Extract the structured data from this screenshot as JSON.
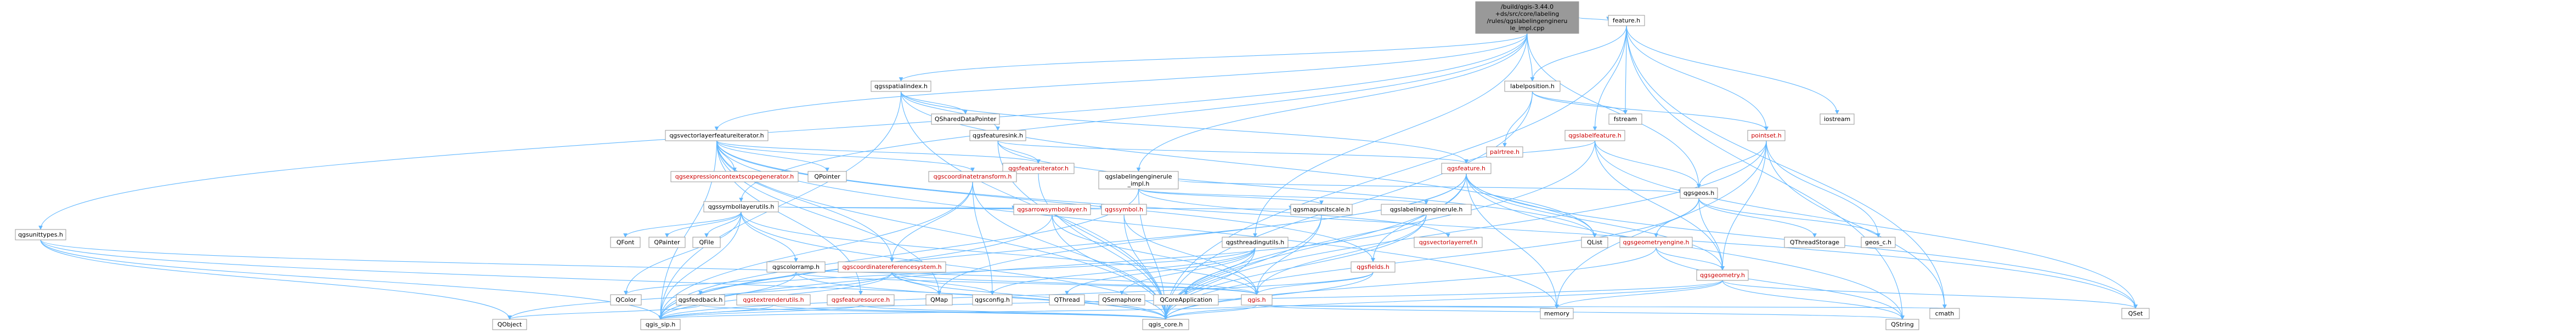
{
  "diagram": {
    "type": "include-dependency-graph",
    "colors": {
      "root_fill": "#999999",
      "default_fill": "#ffffff",
      "default_border": "#999999",
      "link_text": "#000000",
      "warn_text": "#cc0000",
      "edge_color": "#63b8ff"
    },
    "nodes": [
      {
        "id": "root",
        "lines": [
          "/build/qgis-3.44.0",
          "+ds/src/core/labeling",
          "/rules/qgslabelingengineru",
          "le_impl.cpp"
        ],
        "style": "root"
      },
      {
        "id": "qgsunittypes",
        "lines": [
          "qgsunittypes.h"
        ]
      },
      {
        "id": "qgsvectorlayerfeatureiterator",
        "lines": [
          "qgsvectorlayerfeatureiterator.h"
        ]
      },
      {
        "id": "qgsspatialindex",
        "lines": [
          "qgsspatialindex.h"
        ]
      },
      {
        "id": "qgslabelingengineruleimpl",
        "lines": [
          "qgslabelingenginerule",
          "_impl.h"
        ]
      },
      {
        "id": "feature",
        "lines": [
          "feature.h"
        ]
      },
      {
        "id": "labelposition",
        "lines": [
          "labelposition.h"
        ]
      },
      {
        "id": "qgsfeaturesink",
        "lines": [
          "qgsfeaturesink.h"
        ]
      },
      {
        "id": "pointset",
        "lines": [
          "pointset.h"
        ],
        "style": "warn"
      },
      {
        "id": "qgslabelfeature",
        "lines": [
          "qgslabelfeature.h"
        ],
        "style": "warn"
      },
      {
        "id": "palrtree",
        "lines": [
          "palrtree.h"
        ],
        "style": "warn"
      },
      {
        "id": "qgsgeos",
        "lines": [
          "qgsgeos.h"
        ]
      },
      {
        "id": "qgsfeature",
        "lines": [
          "qgsfeature.h"
        ],
        "style": "warn"
      },
      {
        "id": "qgsfeatureiterator",
        "lines": [
          "qgsfeatureiterator.h"
        ],
        "style": "warn"
      },
      {
        "id": "qgscoordinatetransform",
        "lines": [
          "qgscoordinatetransform.h"
        ],
        "style": "warn"
      },
      {
        "id": "qgsexpressioncontextscopegenerator",
        "lines": [
          "qgsexpressioncontextscopegenerator.h"
        ],
        "style": "warn"
      },
      {
        "id": "QPointer",
        "lines": [
          "QPointer"
        ]
      },
      {
        "id": "qgssymbollayerutils",
        "lines": [
          "qgssymbollayerutils.h"
        ]
      },
      {
        "id": "QSharedDataPointer",
        "lines": [
          "QSharedDataPointer"
        ]
      },
      {
        "id": "fstream",
        "lines": [
          "fstream"
        ]
      },
      {
        "id": "iostream",
        "lines": [
          "iostream"
        ]
      },
      {
        "id": "cmath",
        "lines": [
          "cmath"
        ]
      },
      {
        "id": "QString",
        "lines": [
          "QString"
        ]
      },
      {
        "id": "QFont",
        "lines": [
          "QFont"
        ]
      },
      {
        "id": "QPainter",
        "lines": [
          "QPainter"
        ]
      },
      {
        "id": "QFile",
        "lines": [
          "QFile"
        ]
      },
      {
        "id": "qgscolorramp",
        "lines": [
          "qgscolorramp.h"
        ]
      },
      {
        "id": "qgscoordinatereferencesystem",
        "lines": [
          "qgscoordinatereferencesystem.h"
        ],
        "style": "warn"
      },
      {
        "id": "qgsarrowsymbollayer",
        "lines": [
          "qgsarrowsymbollayer.h"
        ],
        "style": "warn"
      },
      {
        "id": "qgssymbol",
        "lines": [
          "qgssymbol.h"
        ],
        "style": "warn"
      },
      {
        "id": "qgsthreadingutils",
        "lines": [
          "qgsthreadingutils.h"
        ]
      },
      {
        "id": "qgsmapunitscale",
        "lines": [
          "qgsmapunitscale.h"
        ]
      },
      {
        "id": "qgsfields",
        "lines": [
          "qgsfields.h"
        ],
        "style": "warn"
      },
      {
        "id": "qgsvectorlayerref",
        "lines": [
          "qgsvectorlayerref.h"
        ],
        "style": "warn"
      },
      {
        "id": "qgslabelingenginerule",
        "lines": [
          "qgslabelingenginerule.h"
        ]
      },
      {
        "id": "QList",
        "lines": [
          "QList"
        ]
      },
      {
        "id": "qgsgeometryengine",
        "lines": [
          "qgsgeometryengine.h"
        ],
        "style": "warn"
      },
      {
        "id": "QThreadStorage",
        "lines": [
          "QThreadStorage"
        ]
      },
      {
        "id": "geos_c",
        "lines": [
          "geos_c.h"
        ]
      },
      {
        "id": "qgsgeometry",
        "lines": [
          "qgsgeometry.h"
        ],
        "style": "warn"
      },
      {
        "id": "QColor",
        "lines": [
          "QColor"
        ]
      },
      {
        "id": "qgsfeedback",
        "lines": [
          "qgsfeedback.h"
        ]
      },
      {
        "id": "qgstextrenderutils",
        "lines": [
          "qgstextrenderutils.h"
        ],
        "style": "warn"
      },
      {
        "id": "qgsfeaturesource",
        "lines": [
          "qgsfeaturesource.h"
        ],
        "style": "warn"
      },
      {
        "id": "QMap",
        "lines": [
          "QMap"
        ]
      },
      {
        "id": "qgsconfig",
        "lines": [
          "qgsconfig.h"
        ]
      },
      {
        "id": "QThread",
        "lines": [
          "QThread"
        ]
      },
      {
        "id": "QSemaphore",
        "lines": [
          "QSemaphore"
        ]
      },
      {
        "id": "QCoreApplication",
        "lines": [
          "QCoreApplication"
        ]
      },
      {
        "id": "qgis",
        "lines": [
          "qgis.h"
        ],
        "style": "warn"
      },
      {
        "id": "memory",
        "lines": [
          "memory"
        ]
      },
      {
        "id": "QSet",
        "lines": [
          "QSet"
        ]
      },
      {
        "id": "QObject",
        "lines": [
          "QObject"
        ]
      },
      {
        "id": "qgis_sip",
        "lines": [
          "qgis_sip.h"
        ]
      },
      {
        "id": "qgis_core",
        "lines": [
          "qgis_core.h"
        ]
      }
    ],
    "edges": [
      [
        "root",
        "qgsunittypes"
      ],
      [
        "root",
        "qgsvectorlayerfeatureiterator"
      ],
      [
        "root",
        "qgsspatialindex"
      ],
      [
        "root",
        "qgslabelingengineruleimpl"
      ],
      [
        "root",
        "feature"
      ],
      [
        "root",
        "labelposition"
      ],
      [
        "root",
        "qgsgeos"
      ],
      [
        "root",
        "qgssymbollayerutils"
      ],
      [
        "root",
        "qgsthreadingutils"
      ],
      [
        "qgsunittypes",
        "qgis_core"
      ],
      [
        "qgsunittypes",
        "qgis_sip"
      ],
      [
        "qgsunittypes",
        "QObject"
      ],
      [
        "qgsunittypes",
        "qgis"
      ],
      [
        "qgsvectorlayerfeatureiterator",
        "qgis_core"
      ],
      [
        "qgsvectorlayerfeatureiterator",
        "qgis_sip"
      ],
      [
        "qgsvectorlayerfeatureiterator",
        "qgsfeatureiterator"
      ],
      [
        "qgsvectorlayerfeatureiterator",
        "qgsfields"
      ],
      [
        "qgsvectorlayerfeatureiterator",
        "qgscoordinatereferencesystem"
      ],
      [
        "qgsvectorlayerfeatureiterator",
        "qgsfeaturesource"
      ],
      [
        "qgsvectorlayerfeatureiterator",
        "qgsexpressioncontextscopegenerator"
      ],
      [
        "qgsvectorlayerfeatureiterator",
        "qgscoordinatetransform"
      ],
      [
        "qgsvectorlayerfeatureiterator",
        "QPointer"
      ],
      [
        "qgsvectorlayerfeatureiterator",
        "QSet"
      ],
      [
        "qgsvectorlayerfeatureiterator",
        "memory"
      ],
      [
        "qgsvectorlayerfeatureiterator",
        "QMap"
      ],
      [
        "qgsspatialindex",
        "qgis_sip"
      ],
      [
        "qgsspatialindex",
        "qgis_core"
      ],
      [
        "qgsspatialindex",
        "qgsfeaturesink"
      ],
      [
        "qgsspatialindex",
        "QSharedDataPointer"
      ],
      [
        "qgsspatialindex",
        "QList"
      ],
      [
        "qgsspatialindex",
        "qgsfeature"
      ],
      [
        "qgsfeaturesink",
        "QList"
      ],
      [
        "qgsfeaturesink",
        "qgis_core"
      ],
      [
        "qgsfeaturesink",
        "qgsfeature"
      ],
      [
        "qgsfeaturesink",
        "qgsfeatureiterator"
      ],
      [
        "qgslabelingengineruleimpl",
        "qgis_core"
      ],
      [
        "qgslabelingengineruleimpl",
        "qgis_sip"
      ],
      [
        "qgslabelingengineruleimpl",
        "qgslabelingenginerule"
      ],
      [
        "qgslabelingengineruleimpl",
        "qgsvectorlayerref"
      ],
      [
        "qgslabelingengineruleimpl",
        "qgsmapunitscale"
      ],
      [
        "qgslabelingengineruleimpl",
        "qgsgeos"
      ],
      [
        "qgslabelingenginerule",
        "qgis_core"
      ],
      [
        "qgslabelingenginerule",
        "qgis_sip"
      ],
      [
        "qgslabelingenginerule",
        "qgis"
      ],
      [
        "feature",
        "qgis_core"
      ],
      [
        "feature",
        "pointset"
      ],
      [
        "feature",
        "labelposition"
      ],
      [
        "feature",
        "qgslabelfeature"
      ],
      [
        "feature",
        "iostream"
      ],
      [
        "feature",
        "fstream"
      ],
      [
        "feature",
        "cmath"
      ],
      [
        "feature",
        "QString"
      ],
      [
        "labelposition",
        "qgis_core"
      ],
      [
        "labelposition",
        "pointset"
      ],
      [
        "labelposition",
        "palrtree"
      ],
      [
        "labelposition",
        "fstream"
      ],
      [
        "pointset",
        "qgis_core"
      ],
      [
        "pointset",
        "qgsgeos"
      ],
      [
        "pointset",
        "qgsgeometry"
      ],
      [
        "pointset",
        "memory"
      ],
      [
        "pointset",
        "cmath"
      ],
      [
        "pointset",
        "geos_c"
      ],
      [
        "qgslabelfeature",
        "qgis_core"
      ],
      [
        "qgslabelfeature",
        "qgsgeos"
      ],
      [
        "qgslabelfeature",
        "qgsfeature"
      ],
      [
        "qgslabelfeature",
        "qgsgeometry"
      ],
      [
        "qgslabelfeature",
        "QSet"
      ],
      [
        "qgsgeos",
        "qgis_core"
      ],
      [
        "qgsgeos",
        "qgsgeometryengine"
      ],
      [
        "qgsgeos",
        "qgsgeometry"
      ],
      [
        "qgsgeos",
        "geos_c"
      ],
      [
        "qgsgeos",
        "QThreadStorage"
      ],
      [
        "qgsgeometryengine",
        "qgis_core"
      ],
      [
        "qgsgeometryengine",
        "qgsgeometry"
      ],
      [
        "qgsgeometryengine",
        "QString"
      ],
      [
        "qgsfeature",
        "qgis_core"
      ],
      [
        "qgsfeature",
        "qgis_sip"
      ],
      [
        "qgsfeature",
        "QMap"
      ],
      [
        "qgsfeature",
        "QString"
      ],
      [
        "qgsfeature",
        "QList"
      ],
      [
        "qgsfeature",
        "memory"
      ],
      [
        "qgsfeature",
        "qgsfields"
      ],
      [
        "qgsfeature",
        "qgsgeometry"
      ],
      [
        "qgsfeature",
        "QSet"
      ],
      [
        "qgsfeatureiterator",
        "qgis_core"
      ],
      [
        "qgscoordinatetransform",
        "qgis_core"
      ],
      [
        "qgscoordinatetransform",
        "qgis_sip"
      ],
      [
        "qgscoordinatetransform",
        "qgscoordinatereferencesystem"
      ],
      [
        "qgscoordinatetransform",
        "qgsconfig"
      ],
      [
        "qgssymbollayerutils",
        "qgis_core"
      ],
      [
        "qgssymbollayerutils",
        "qgis_sip"
      ],
      [
        "qgssymbollayerutils",
        "QFont"
      ],
      [
        "qgssymbollayerutils",
        "QColor"
      ],
      [
        "qgssymbollayerutils",
        "QPainter"
      ],
      [
        "qgssymbollayerutils",
        "QFile"
      ],
      [
        "qgssymbollayerutils",
        "qgscolorramp"
      ],
      [
        "qgssymbollayerutils",
        "qgsarrowsymbollayer"
      ],
      [
        "qgssymbollayerutils",
        "qgssymbol"
      ],
      [
        "qgssymbollayerutils",
        "qgsmapunitscale"
      ],
      [
        "qgssymbollayerutils",
        "qgis"
      ],
      [
        "qgscolorramp",
        "qgis_core"
      ],
      [
        "qgscolorramp",
        "qgis_sip"
      ],
      [
        "qgscolorramp",
        "QColor"
      ],
      [
        "qgscolorramp",
        "qgis"
      ],
      [
        "qgscoordinatereferencesystem",
        "qgis_core"
      ],
      [
        "qgscoordinatereferencesystem",
        "qgis_sip"
      ],
      [
        "qgscoordinatereferencesystem",
        "qgis"
      ],
      [
        "qgscoordinatereferencesystem",
        "QMap"
      ],
      [
        "qgscoordinatereferencesystem",
        "qgsconfig"
      ],
      [
        "qgscoordinatereferencesystem",
        "QObject"
      ],
      [
        "qgsarrowsymbollayer",
        "qgis_core"
      ],
      [
        "qgsarrowsymbollayer",
        "qgis_sip"
      ],
      [
        "qgsarrowsymbollayer",
        "qgis"
      ],
      [
        "qgssymbol",
        "qgis_core"
      ],
      [
        "qgssymbol",
        "qgis"
      ],
      [
        "qgsthreadingutils",
        "qgis_core"
      ],
      [
        "qgsthreadingutils",
        "qgsconfig"
      ],
      [
        "qgsthreadingutils",
        "qgsfeedback"
      ],
      [
        "qgsthreadingutils",
        "QThread"
      ],
      [
        "qgsthreadingutils",
        "QSemaphore"
      ],
      [
        "qgsthreadingutils",
        "QCoreApplication"
      ],
      [
        "qgsmapunitscale",
        "qgis_core"
      ],
      [
        "qgsmapunitscale",
        "qgis"
      ],
      [
        "qgsfields",
        "qgis_core"
      ],
      [
        "qgsfields",
        "qgis_sip"
      ],
      [
        "qgsfields",
        "qgis"
      ],
      [
        "qgsgeometry",
        "qgis_core"
      ],
      [
        "qgsgeometry",
        "qgis_sip"
      ],
      [
        "qgsgeometry",
        "QString"
      ],
      [
        "qgsgeometry",
        "memory"
      ],
      [
        "qgsgeometry",
        "QSet"
      ],
      [
        "qgsfeedback",
        "qgis_core"
      ],
      [
        "qgsfeedback",
        "QObject"
      ],
      [
        "qgstextrenderutils",
        "qgis_core"
      ],
      [
        "qgstextrenderutils",
        "qgis_sip"
      ],
      [
        "qgsfeaturesource",
        "qgis_core"
      ],
      [
        "qgsfeaturesource",
        "qgis_sip"
      ],
      [
        "qgis",
        "qgis_core"
      ],
      [
        "qgis",
        "qgis_sip"
      ],
      [
        "qgis",
        "cmath"
      ],
      [
        "qgis",
        "QString"
      ],
      [
        "qgis",
        "memory"
      ]
    ]
  }
}
